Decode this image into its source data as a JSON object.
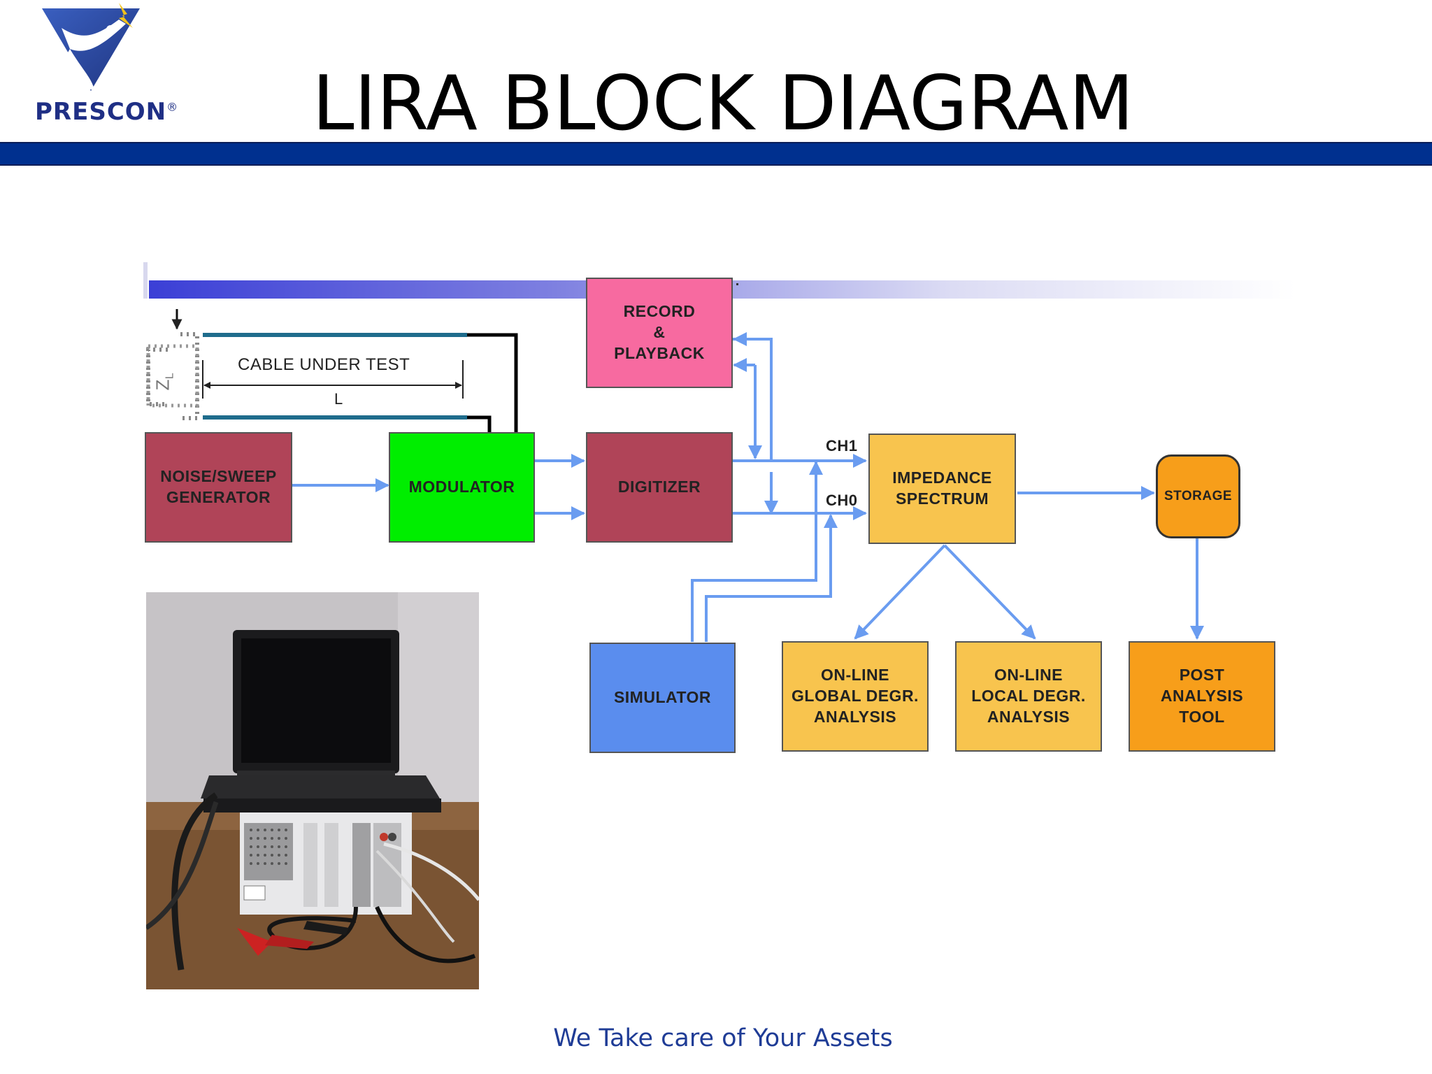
{
  "brand": {
    "name": "PRESCON",
    "registered_mark": "®",
    "colors": {
      "logo_blue": "#1f3c96",
      "bar_blue": "#00308f"
    }
  },
  "slide": {
    "title": "LIRA BLOCK DIAGRAM",
    "footer": "We Take care of Your Assets"
  },
  "diagram": {
    "cable": {
      "label": "CABLE UNDER TEST",
      "length_label": "L",
      "load_label": "Z",
      "load_subscript": "L"
    },
    "blocks": {
      "noise_generator": {
        "label": "NOISE/SWEEP\nGENERATOR",
        "color": "#b04458"
      },
      "modulator": {
        "label": "MODULATOR",
        "color": "#00ee00"
      },
      "digitizer": {
        "label": "DIGITIZER",
        "color": "#b04458"
      },
      "record_playback": {
        "label": "RECORD\n&\nPLAYBACK",
        "color": "#f76aa0"
      },
      "impedance_spectrum": {
        "label": "IMPEDANCE\nSPECTRUM",
        "color": "#f8c44e"
      },
      "storage": {
        "label": "STORAGE",
        "color": "#f79e1a"
      },
      "simulator": {
        "label": "SIMULATOR",
        "color": "#5a8dee"
      },
      "global_analysis": {
        "label": "ON-LINE\nGLOBAL DEGR.\nANALYSIS",
        "color": "#f8c44e"
      },
      "local_analysis": {
        "label": "ON-LINE\nLOCAL DEGR.\nANALYSIS",
        "color": "#f8c44e"
      },
      "post_analysis": {
        "label": "POST\nANALYSIS\nTOOL",
        "color": "#f79e1a"
      }
    },
    "channels": {
      "ch1": "CH1",
      "ch0": "CH0"
    },
    "arrow_color": "#6a9cf0"
  }
}
